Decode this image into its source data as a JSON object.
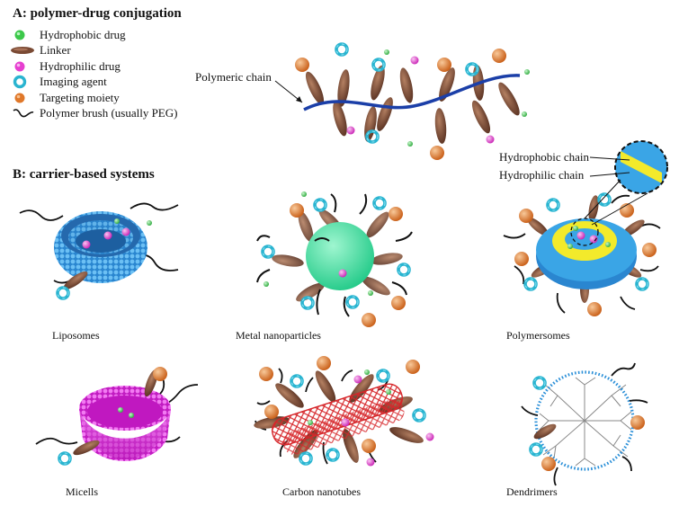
{
  "section_a": {
    "title": "A: polymer-drug conjugation",
    "chain_label": "Polymeric chain"
  },
  "legend": [
    {
      "label": "Hydrophobic drug",
      "icon": "green-sphere-icon",
      "color": "#3cc84a"
    },
    {
      "label": "Linker",
      "icon": "brown-linker-icon",
      "color": "#7a4a34"
    },
    {
      "label": "Hydrophilic drug",
      "icon": "magenta-sphere-icon",
      "color": "#e63fd0"
    },
    {
      "label": "Imaging agent",
      "icon": "cyan-ring-icon",
      "color": "#2ab4d0"
    },
    {
      "label": "Targeting moiety",
      "icon": "orange-sphere-icon",
      "color": "#e0782a"
    },
    {
      "label": "Polymer brush (usually PEG)",
      "icon": "squiggle-icon",
      "color": "#111111"
    }
  ],
  "section_b": {
    "title": "B: carrier-based systems",
    "hydrophobic_label": "Hydrophobic chain",
    "hydrophilic_label": "Hydrophilic chain",
    "captions": {
      "liposomes": "Liposomes",
      "metal": "Metal nanoparticles",
      "polymersomes": "Polymersomes",
      "micells": "Micells",
      "nanotubes": "Carbon nanotubes",
      "dendrimers": "Dendrimers"
    }
  },
  "colors": {
    "chain": "#1b3fa8",
    "liposome": "#3a9fe0",
    "metal": "#3ee6a6",
    "polymersome_blue": "#3aa5e6",
    "polymersome_yellow": "#f3ea2b",
    "micelle": "#e432e4",
    "nanotube": "#d6262a",
    "dendrimer_dots": "#2a8fd8"
  }
}
